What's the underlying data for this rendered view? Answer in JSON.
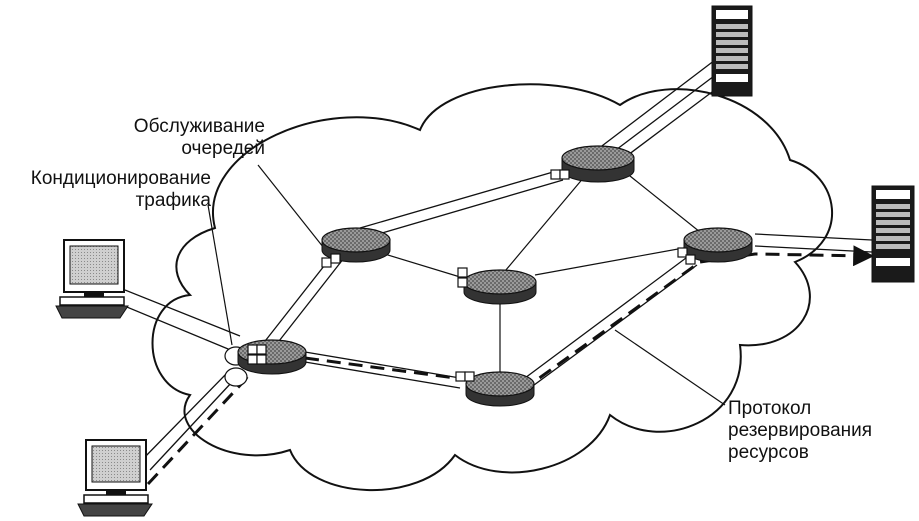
{
  "labels": {
    "queue_service": "Обслуживание\nочередей",
    "traffic_conditioning": "Кондиционирование\nтрафика",
    "resource_reservation": "Протокол\nрезервирования\nресурсов"
  }
}
